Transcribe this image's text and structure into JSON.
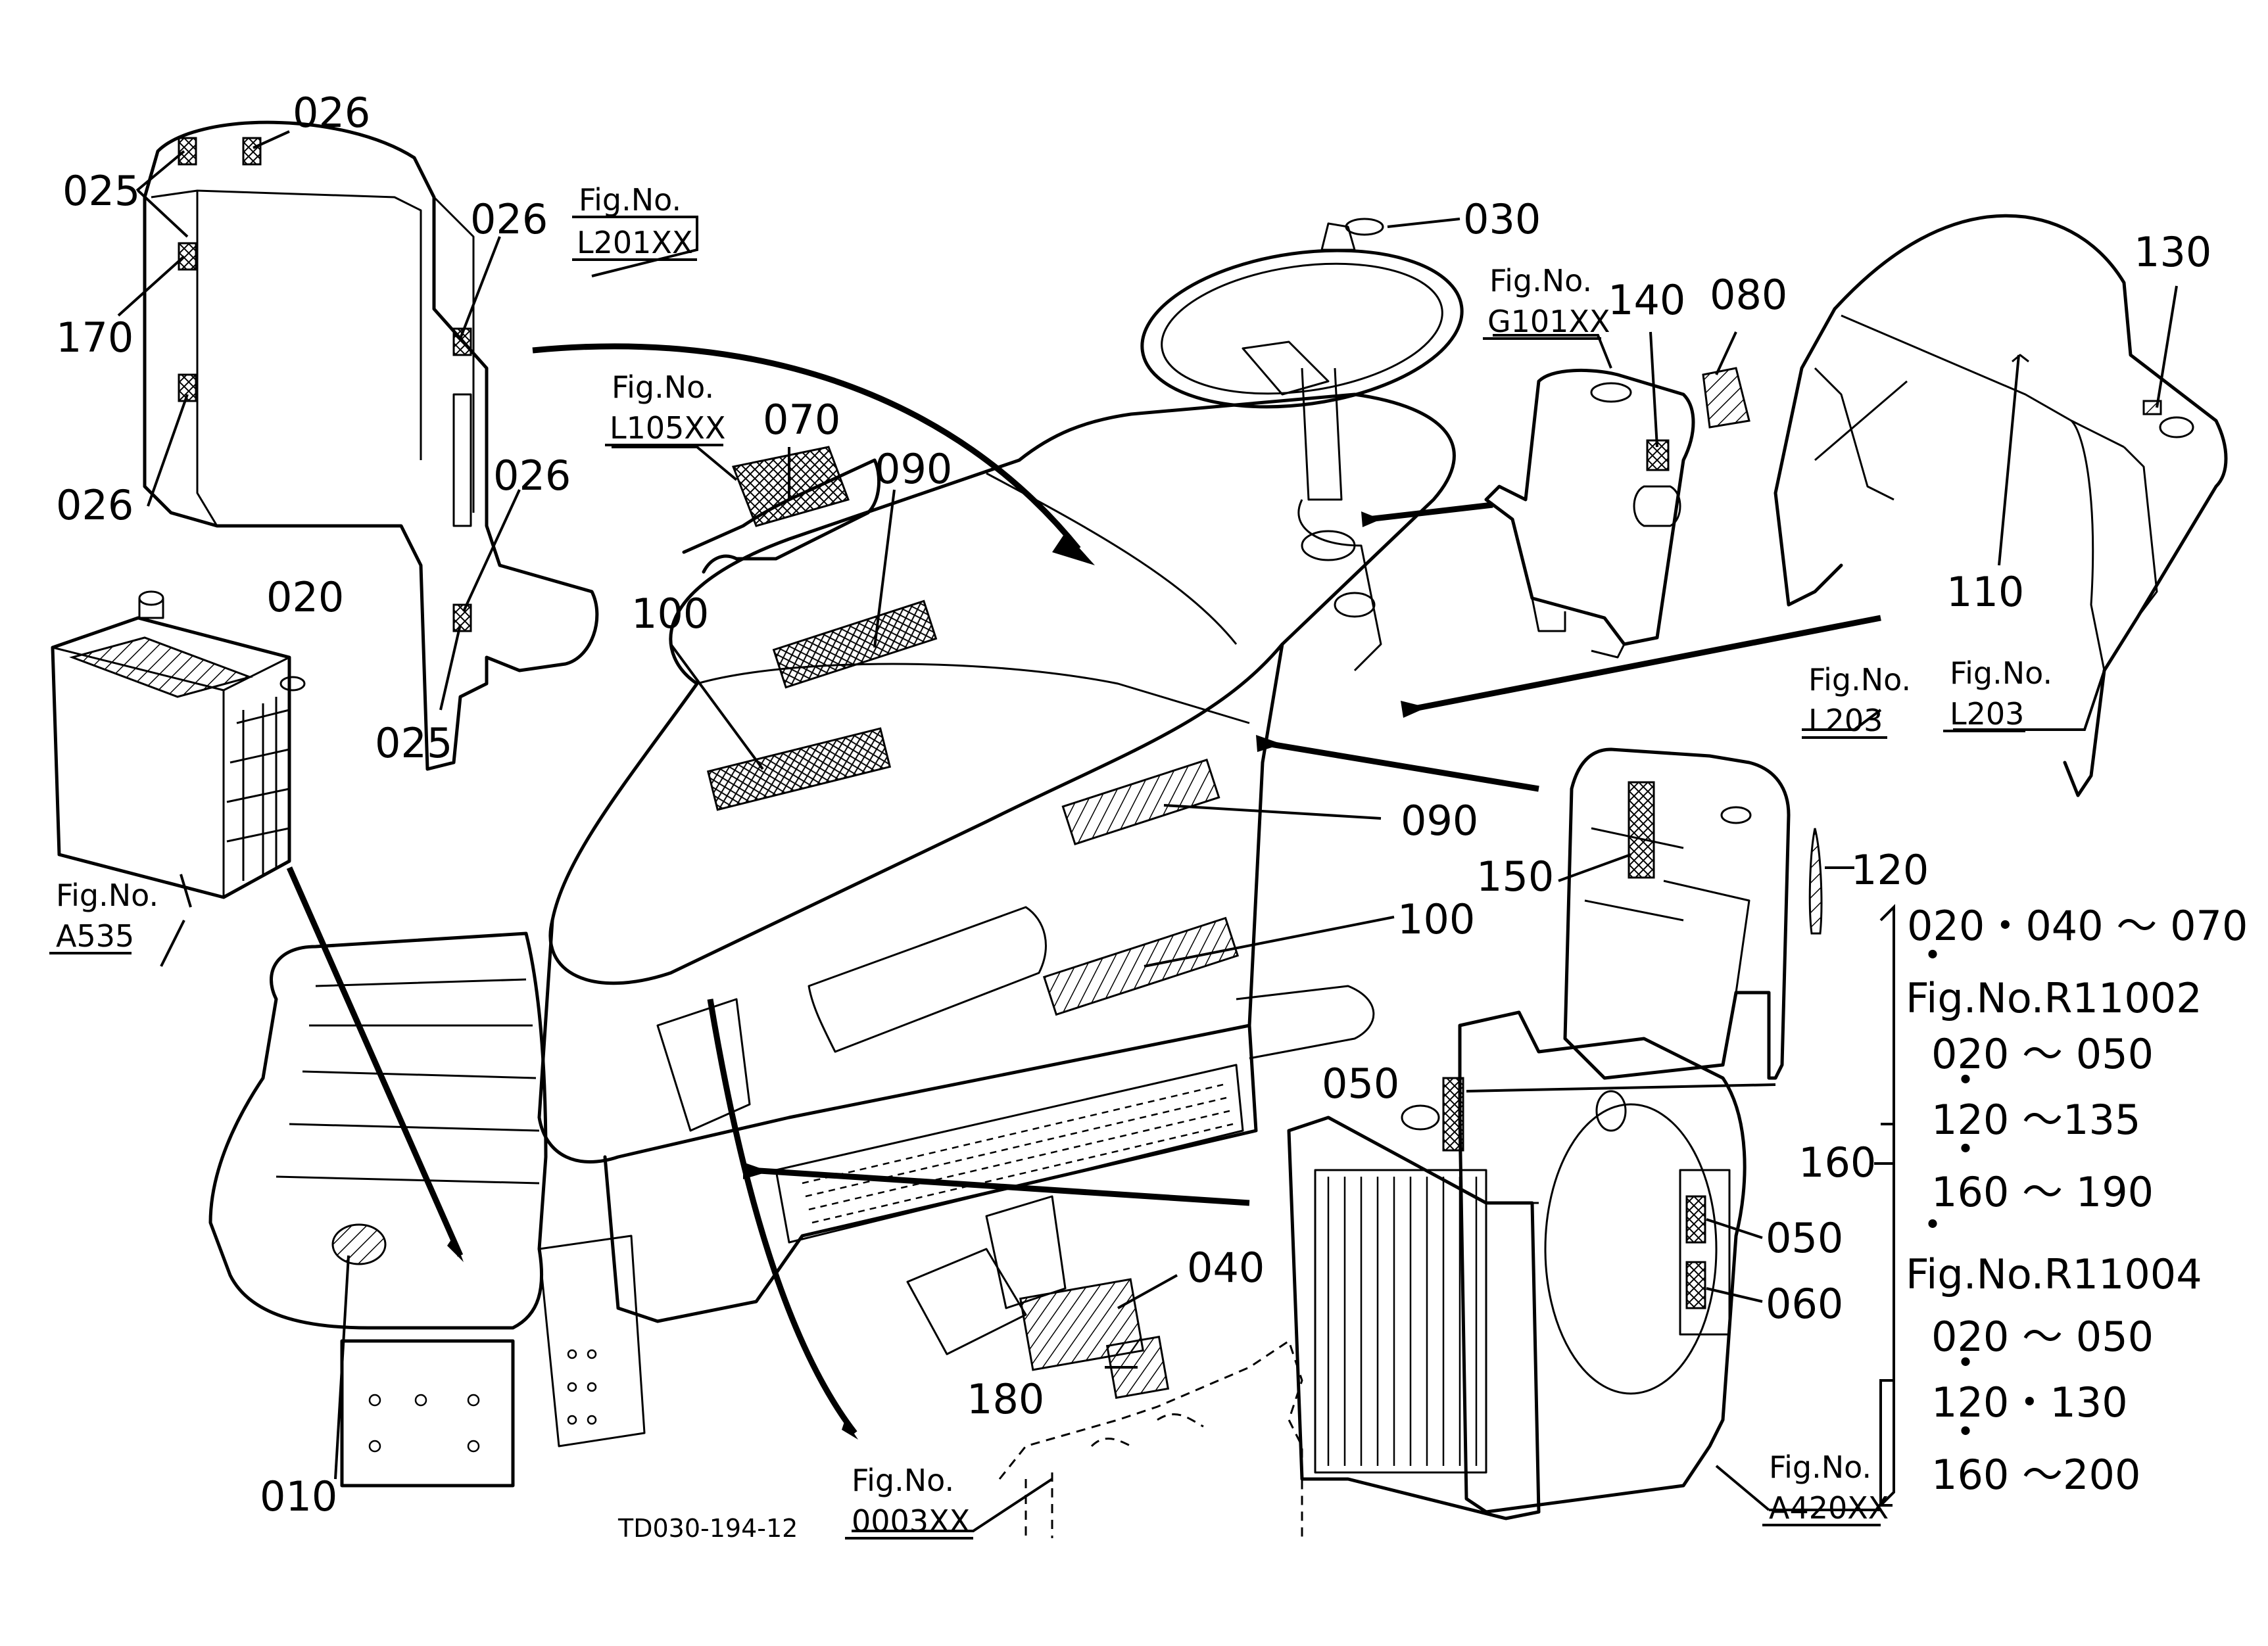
{
  "drawing_code": "TD030-194-12",
  "callouts": {
    "c010": "010",
    "c020": "020",
    "c025a": "025",
    "c025b": "025",
    "c026a": "026",
    "c026b": "026",
    "c026c": "026",
    "c026d": "026",
    "c030": "030",
    "c040": "040",
    "c050a": "050",
    "c050b": "050",
    "c060": "060",
    "c070": "070",
    "c080": "080",
    "c090a": "090",
    "c090b": "090",
    "c100a": "100",
    "c100b": "100",
    "c110": "110",
    "c120": "120",
    "c130": "130",
    "c140": "140",
    "c150": "150",
    "c160": "160",
    "c170": "170",
    "c180": "180"
  },
  "fig_refs": [
    {
      "label": "Fig.No.",
      "code": "L201XX"
    },
    {
      "label": "Fig.No.",
      "code": "L105XX"
    },
    {
      "label": "Fig.No.",
      "code": "G101XX"
    },
    {
      "label": "Fig.No.",
      "code": "L203"
    },
    {
      "label": "Fig.No.",
      "code": "L203"
    },
    {
      "label": "Fig.No.",
      "code": "A535"
    },
    {
      "label": "Fig.No.",
      "code": "0003XX"
    },
    {
      "label": "Fig.No.",
      "code": "A420XX"
    }
  ],
  "sequence": [
    "020・040 ～ 070",
    "・",
    "Fig.No.R11002",
    "020 ～ 050",
    "・",
    "120 ～135",
    "・",
    "160 ～ 190",
    "・",
    "Fig.No.R11004",
    "020 ～ 050",
    "・",
    "120・130",
    "・",
    "160 ～200"
  ],
  "icons": [
    "battery-icon",
    "steering-wheel-icon",
    "radiator-icon",
    "bonnet-icon",
    "fender-icon"
  ]
}
